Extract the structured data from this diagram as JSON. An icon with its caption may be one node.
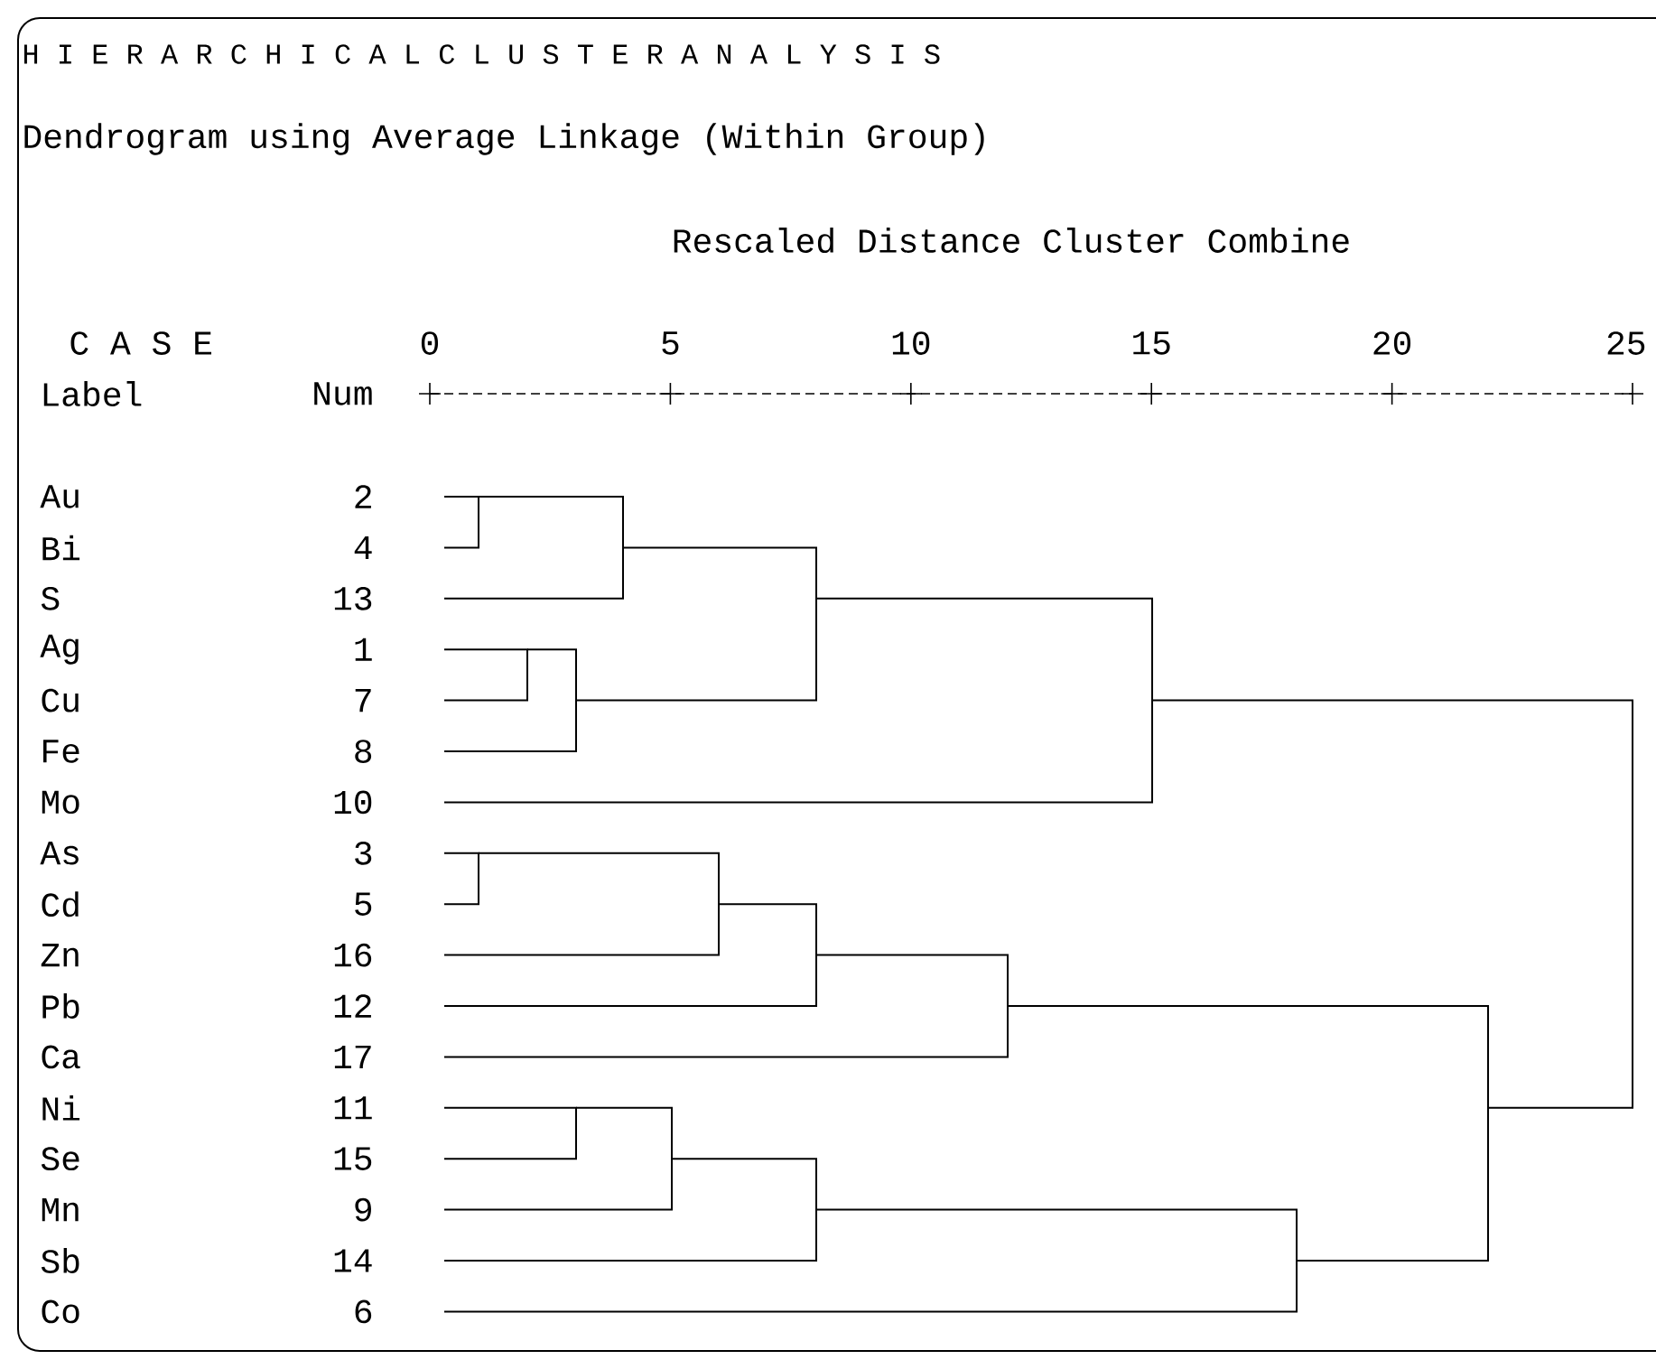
{
  "diagram": {
    "title": "H I E R A R C H I C A L C L U S T E R A N A L Y S I S",
    "labels": [
      "Dendrogram using Average Linkage (Within Group)",
      "Rescaled Distance Cluster Combine",
      "C A S E",
      "0",
      "5",
      "10",
      "15",
      "20",
      "25",
      "Label",
      "Num",
      "Au",
      "2",
      "Bi",
      "4",
      "S",
      "13",
      "Ag",
      "1",
      "Cu",
      "7",
      "Fe",
      "8",
      "Mo",
      "10",
      "As",
      "3",
      "Cd",
      "5",
      "Zn",
      "16",
      "Pb",
      "12",
      "Ca",
      "17",
      "Ni",
      "11",
      "Se",
      "15",
      "Mn",
      "9",
      "Sb",
      "14",
      "Co",
      "6"
    ]
  }
}
